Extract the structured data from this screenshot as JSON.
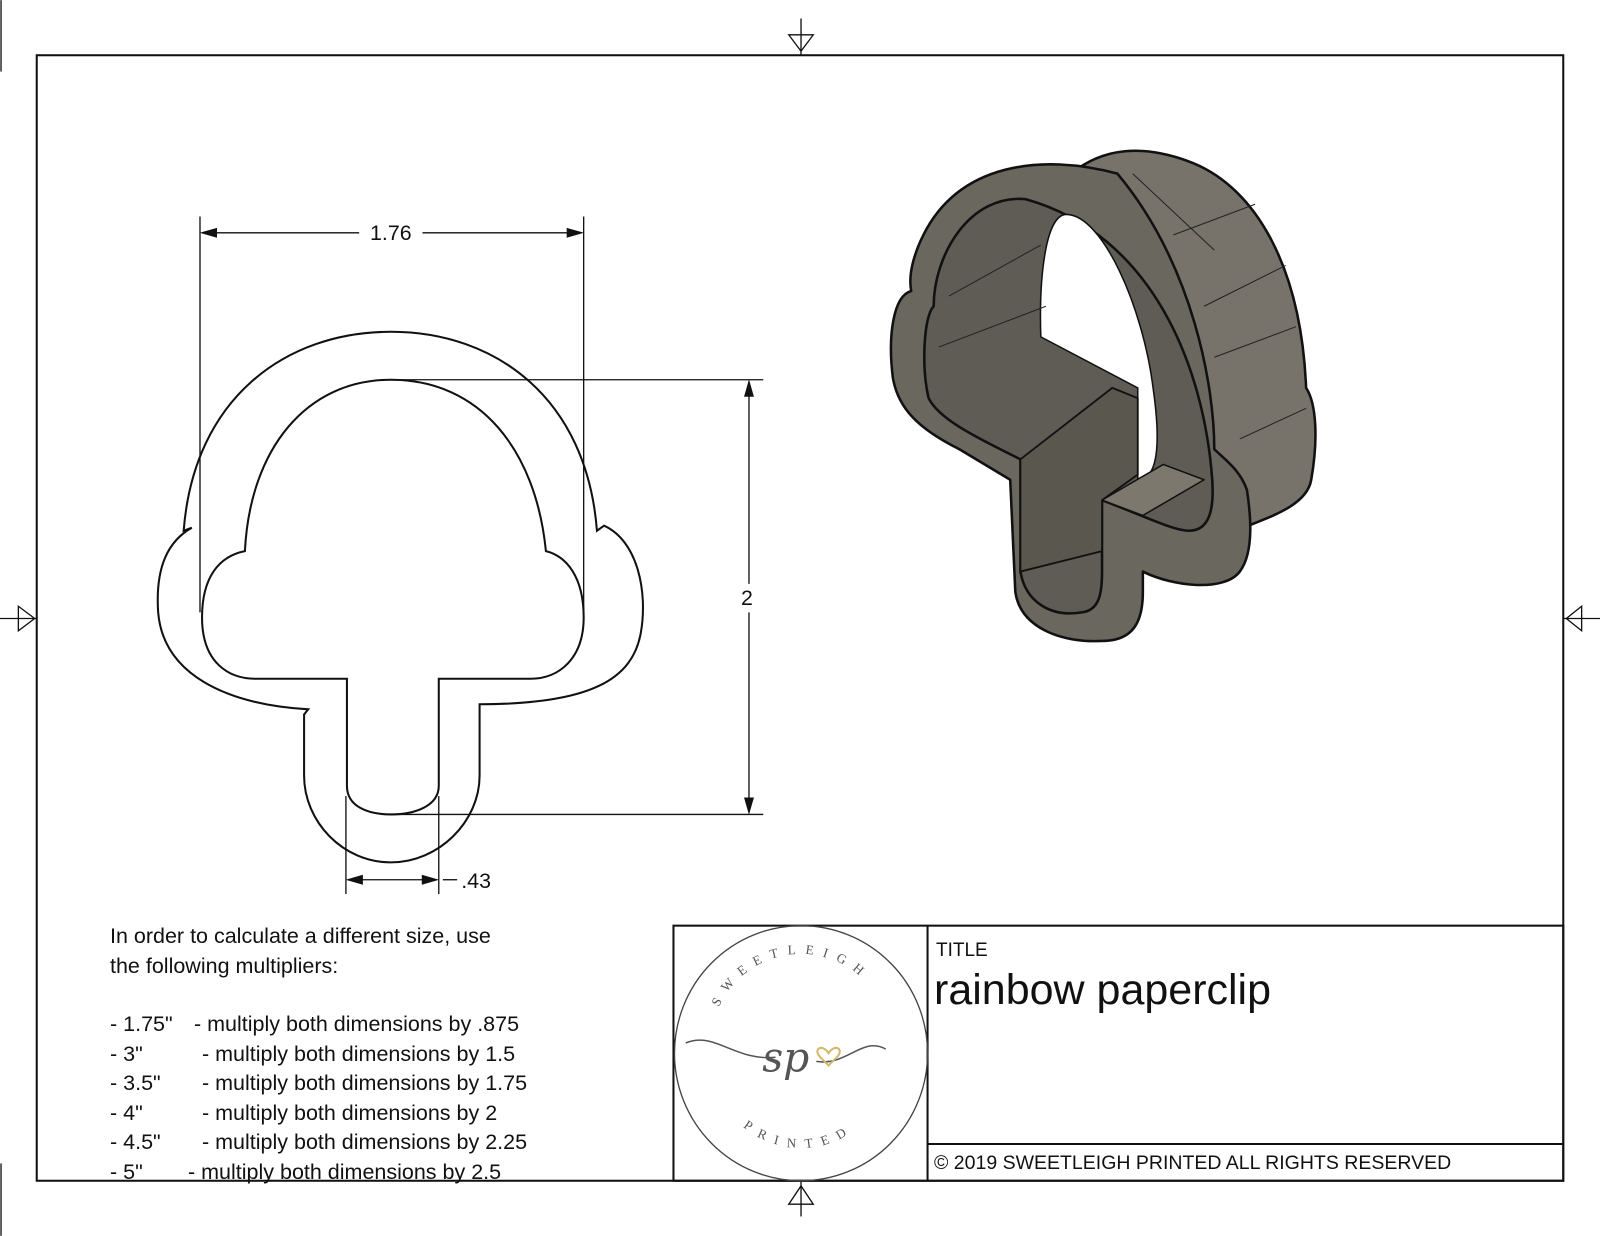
{
  "drawing": {
    "dimensions": {
      "width": "1.76",
      "height": "2",
      "stem_width": ".43"
    },
    "notes": {
      "intro_line1": "In order to calculate a different size, use",
      "intro_line2": "the following multipliers:",
      "multipliers": [
        {
          "size": "- 1.75\"",
          "text": "- multiply both dimensions by .875"
        },
        {
          "size": "- 3\"",
          "text": "- multiply both dimensions by 1.5"
        },
        {
          "size": "- 3.5\"",
          "text": "- multiply both dimensions by 1.75"
        },
        {
          "size": "- 4\"",
          "text": "- multiply both dimensions by 2"
        },
        {
          "size": "- 4.5\"",
          "text": "- multiply both dimensions by 2.25"
        },
        {
          "size": "- 5\"",
          "text": "- multiply both dimensions by 2.5"
        }
      ]
    },
    "title_block": {
      "label": "TITLE",
      "title": "rainbow paperclip",
      "copyright": "© 2019  SWEETLEIGH PRINTED  ALL RIGHTS RESERVED",
      "logo_text_top": "SWEETLEIGH",
      "logo_text_bottom": "PRINTED",
      "logo_monogram": "sp"
    },
    "colors": {
      "line": "#111111",
      "model_fill": "#6e6b63",
      "logo_heart": "#d4b86a"
    }
  }
}
